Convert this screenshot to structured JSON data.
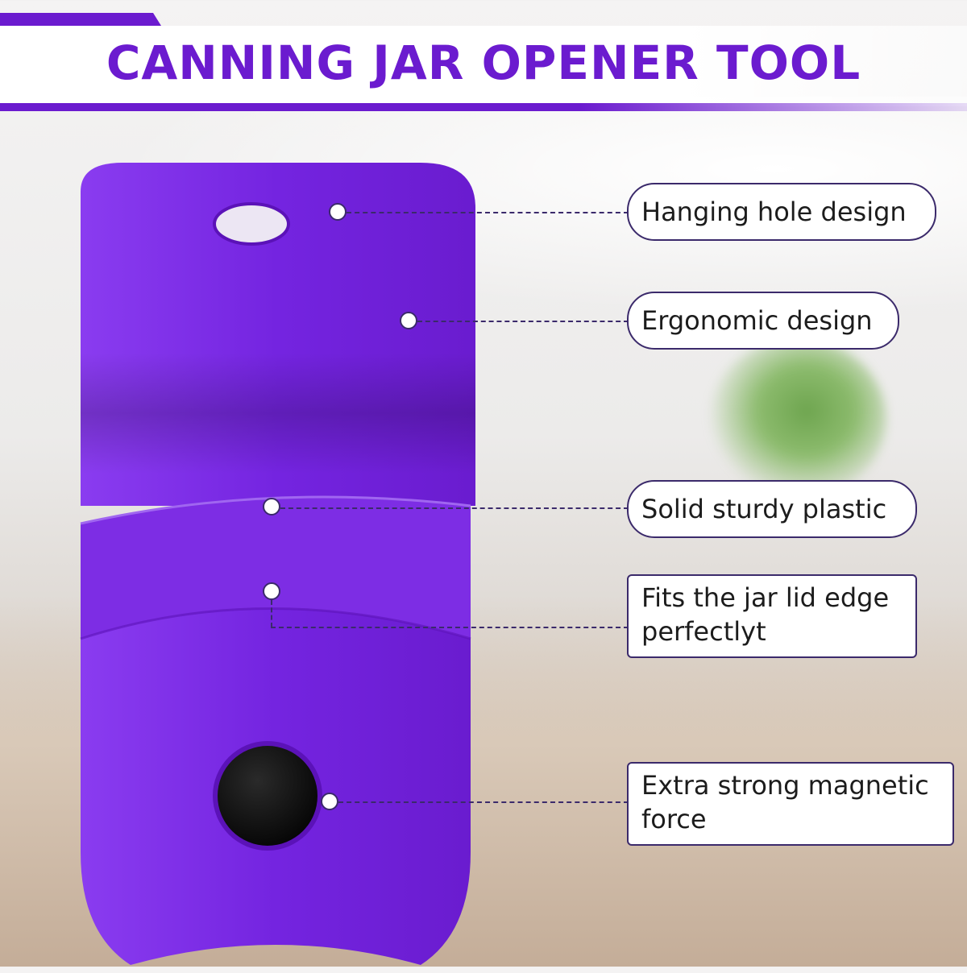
{
  "title": "CANNING JAR OPENER TOOL",
  "colors": {
    "accent": "#6b1bcf",
    "product": "#7a28e0",
    "outline": "#3b2a6b"
  },
  "callouts": [
    {
      "label": "Hanging hole design"
    },
    {
      "label": "Ergonomic design"
    },
    {
      "label": "Solid sturdy plastic"
    },
    {
      "label": "Fits the jar lid edge perfectlyt"
    },
    {
      "label": "Extra strong magnetic force"
    }
  ]
}
